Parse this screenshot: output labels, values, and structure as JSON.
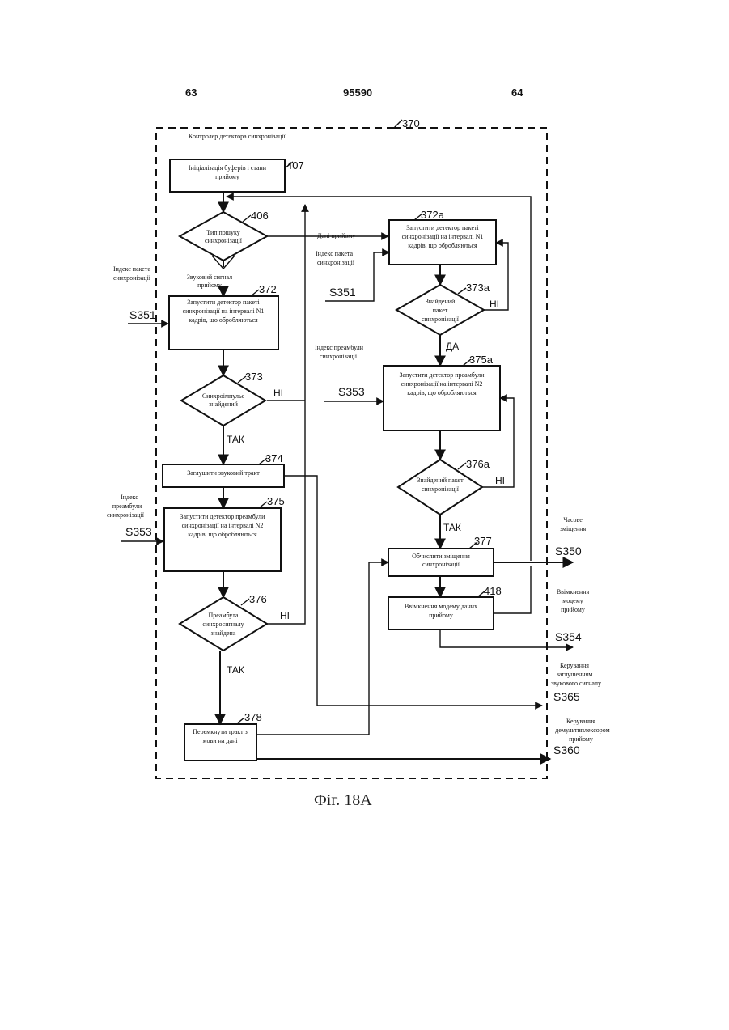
{
  "header": {
    "left_page": "63",
    "patent_number": "95590",
    "right_page": "64"
  },
  "figure_caption": "Фіг. 18А",
  "container": {
    "ref": "370",
    "title": "Контролер детектора синхронізації"
  },
  "blocks": {
    "b407": {
      "ref": "407",
      "line1": "Ініціалізація буферів і стани",
      "line2": "прийому"
    },
    "d406": {
      "ref": "406",
      "line1": "Тип пошуку",
      "line2": "синхронізації"
    },
    "b372": {
      "ref": "372",
      "line1": "Запустити детектор пакеті",
      "line2": "синхронізації на інтервалі N1",
      "line3": "кадрів, що обробляються"
    },
    "d373": {
      "ref": "373",
      "line1": "Синхроімпульс",
      "line2": "знайдений"
    },
    "b374": {
      "ref": "374",
      "line1": "Заглушити звуковий тракт"
    },
    "b375": {
      "ref": "375",
      "line1": "Запустити детектор преамбули",
      "line2": "синхронізації на інтервалі N2",
      "line3": "кадрів, що обробляються"
    },
    "d376": {
      "ref": "376",
      "line1": "Преамбула",
      "line2": "синхросигналу",
      "line3": "знайдена"
    },
    "b378": {
      "ref": "378",
      "line1": "Перемкнути тракт з",
      "line2": "мови на дані"
    },
    "b372a": {
      "ref": "372a",
      "line1": "Запустити детектор пакеті",
      "line2": "синхронізації на інтервалі N1",
      "line3": "кадрів, що обробляються"
    },
    "d373a": {
      "ref": "373a",
      "line1": "Знайдений",
      "line2": "пакет",
      "line3": "синхронізації"
    },
    "b375a": {
      "ref": "375a",
      "line1": "Запустити детектор преамбули",
      "line2": "синхронізації на інтервалі N2",
      "line3": "кадрів, що обробляються"
    },
    "d376a": {
      "ref": "376a",
      "line1": "Знайдений пакет",
      "line2": "синхронізації"
    },
    "b377": {
      "ref": "377",
      "line1": "Обчислити зміщення",
      "line2": "синхронізації"
    },
    "b418": {
      "ref": "418",
      "line1": "Ввімкнення модему даних",
      "line2": "прийому"
    }
  },
  "branch_labels": {
    "voice_line1": "Звуковий сигнал",
    "voice_line2": "прийому",
    "data_rx": "Дані прийому",
    "yes": "ТАК",
    "no": "НІ",
    "yes_a": "ДА"
  },
  "inputs": {
    "s351": {
      "signal": "S351",
      "label_line1": "Індекс пакета",
      "label_line2": "синхронізації"
    },
    "s353": {
      "signal": "S353",
      "label_line1": "Індекс",
      "label_line2": "преамбули",
      "label_line3": "синхронізації"
    },
    "s351a": {
      "signal": "S351",
      "label_line1": "Індекс пакета",
      "label_line2": "синхронізації"
    },
    "s353a": {
      "signal": "S353",
      "label_line1": "Індекс преамбули",
      "label_line2": "синхронізації"
    }
  },
  "outputs": {
    "s350": {
      "signal": "S350",
      "label_line1": "Часове",
      "label_line2": "зміщення"
    },
    "s354": {
      "signal": "S354",
      "label_line1": "Ввімкнення",
      "label_line2": "модему",
      "label_line3": "прийому"
    },
    "s365": {
      "signal": "S365",
      "label_line1": "Керування",
      "label_line2": "заглушенням",
      "label_line3": "звукового сигналу"
    },
    "s360": {
      "signal": "S360",
      "label_line1": "Керування",
      "label_line2": "демультиплексором",
      "label_line3": "прийому"
    }
  }
}
